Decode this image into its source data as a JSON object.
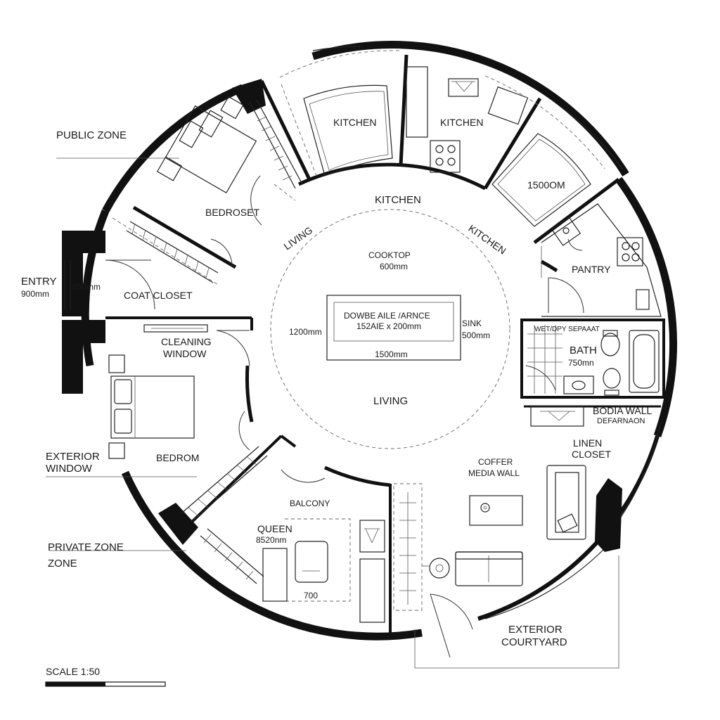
{
  "labels": {
    "public_zone": "PUBLIC ZONE",
    "entry": "ENTRY",
    "entry_dim": "900mm",
    "door_dim": "850mm",
    "coat_closet": "COAT CLOSET",
    "bedroset": "BEDROSET",
    "kitchen_1": "KITCHEN",
    "kitchen_2": "KITCHEN",
    "kitchen_center": "KITCHEN",
    "kitchen_diag": "KITCHEN",
    "room_1500": "1500OM",
    "pantry": "PANTRY",
    "living_diag": "LIVING",
    "cooktop": "COOKTOP",
    "cooktop_dim": "600mm",
    "table_line1": "DOWBE AILE /ARNCE",
    "table_line2": "152AIE x 200mm",
    "dim_1200": "1200mm",
    "sink": "SINK",
    "sink_dim": "500mm",
    "dim_1500": "1500mm",
    "living": "LIVING",
    "wet_dry": "WET/DPY SEPAAAT",
    "bath": "BATH",
    "bath_dim": "750mn",
    "bodia_wall": "BODIA WALL",
    "defarnaon": "DEFARNAON",
    "cleaning_window_1": "CLEANING",
    "cleaning_window_2": "WINDOW",
    "exterior_window_1": "EXTERIOR",
    "exterior_window_2": "WINDOW",
    "bedrom": "BEDROM",
    "linen_1": "LINEN",
    "linen_2": "CLOSET",
    "coffer_1": "COFFER",
    "coffer_2": "MEDIA WALL",
    "balcony": "BALCONY",
    "queen": "QUEEN",
    "queen_dim": "8520nm",
    "dim_700": "700",
    "private_zone_1": "PRIVATE ZONE",
    "private_zone_2": "ZONE",
    "exterior_courtyard_1": "EXTERIOR",
    "exterior_courtyard_2": "COURTYARD",
    "scale": "SCALE 1:50"
  }
}
